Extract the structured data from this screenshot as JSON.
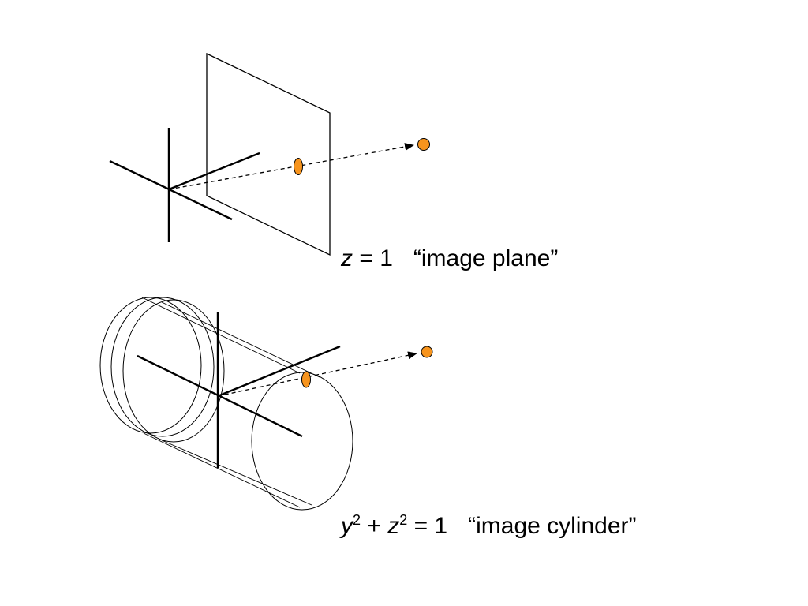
{
  "plane_caption": {
    "variable": "z",
    "equation_rest": " = 1",
    "label": "“image plane”"
  },
  "cylinder_caption": {
    "variable_y": "y",
    "exponent_y": "2",
    "plus": " + ",
    "variable_z": "z",
    "exponent_z": "2",
    "equation_rest": " = 1",
    "label": "“image cylinder”"
  },
  "colors": {
    "point_fill": "#F7941D",
    "stroke": "#000000",
    "background": "#FFFFFF"
  }
}
